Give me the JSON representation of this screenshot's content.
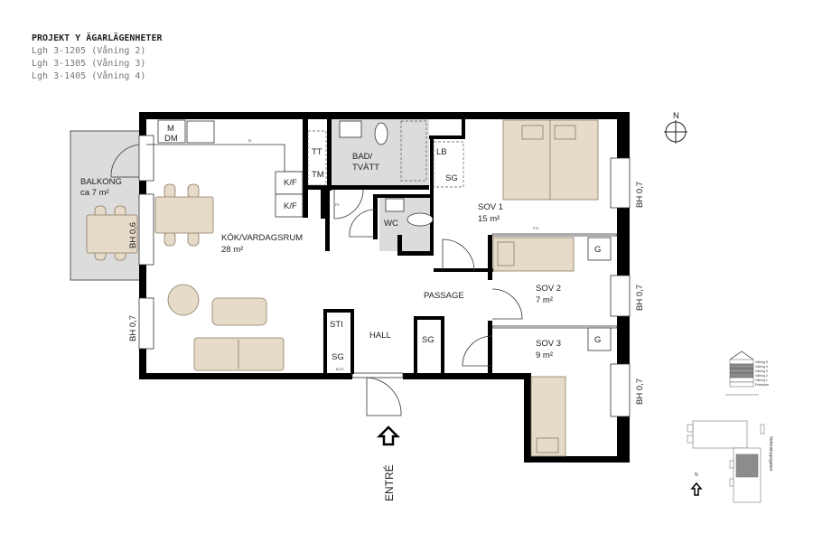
{
  "header": {
    "title": "PROJEKT Y ÄGARLÄGENHETER",
    "units": [
      "Lgh 3-1205 (Våning 2)",
      "Lgh 3-1305 (Våning 3)",
      "Lgh 3-1405 (Våning 4)"
    ]
  },
  "rooms": {
    "balcony": {
      "name": "BALKONG",
      "area": "ca 7 m²"
    },
    "kitchen_living": {
      "name": "KÖK/VARDAGSRUM",
      "area": "28 m²"
    },
    "bath": {
      "name": "BAD/",
      "name2": "TVÄTT"
    },
    "wc": {
      "name": "WC"
    },
    "sov1": {
      "name": "SOV 1",
      "area": "15 m²"
    },
    "sov2": {
      "name": "SOV 2",
      "area": "7 m²"
    },
    "sov3": {
      "name": "SOV 3",
      "area": "9 m²"
    },
    "passage": {
      "name": "PASSAGE"
    },
    "hall": {
      "name": "HALL"
    }
  },
  "fixtures": {
    "m": "M",
    "dm": "DM",
    "tt": "TT",
    "tm": "TM",
    "kf1": "K/F",
    "kf2": "K/F",
    "lb": "LB",
    "sg_bath": "SG",
    "sti": "STI",
    "sg_hall": "SG",
    "sg_passage": "SG",
    "g1": "G",
    "g2": "G",
    "fs": "FS",
    "ftv": "FTV",
    "elst": "ELST",
    "u": "U"
  },
  "window_heights": {
    "balcony": "BH 0,6",
    "left": "BH 0,7",
    "sov1": "BH 0,7",
    "sov2": "BH 0,7",
    "sov3": "BH 0,7"
  },
  "entrance": "ENTRÉ",
  "compass": {
    "north": "N"
  },
  "key_plan": {
    "floors": [
      "Våning 5",
      "Våning 4",
      "Våning 3",
      "Våning 2",
      "Våning 1",
      "Entréplan"
    ],
    "highlighted_floors": [
      "Våning 4",
      "Våning 3",
      "Våning 2"
    ],
    "street": "Vetenskapsgatan",
    "north": "N"
  },
  "colors": {
    "furniture": "#e6dac8",
    "wet_room": "#dcdcdc",
    "wall": "#000000",
    "highlight": "#8c8c8c"
  }
}
